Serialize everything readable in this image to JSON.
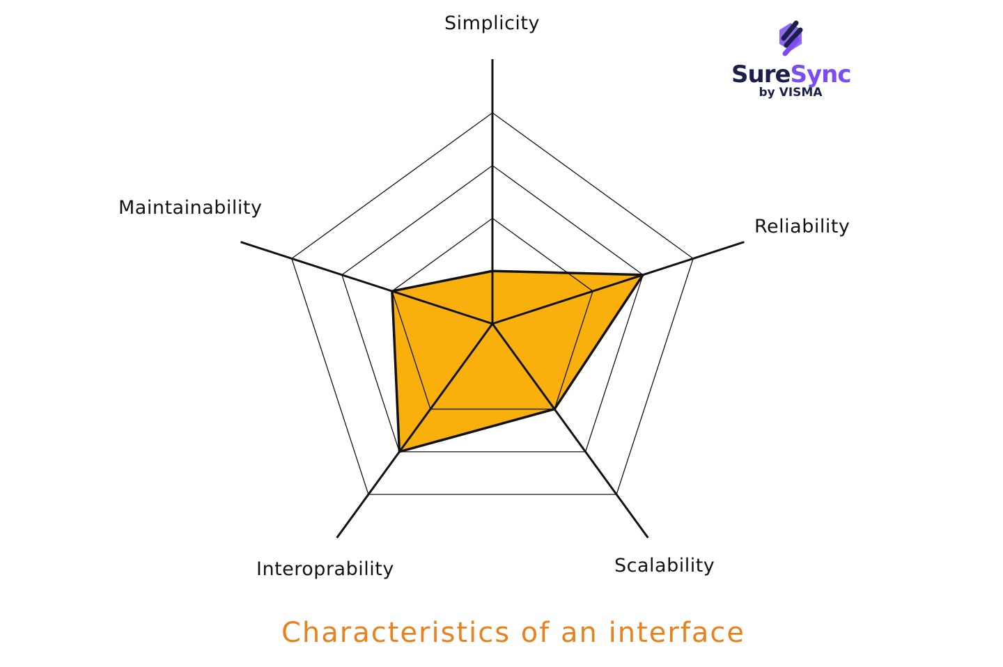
{
  "chart_data": {
    "type": "radar",
    "title": "Characteristics of an interface",
    "axes": [
      "Simplicity",
      "Reliability",
      "Scalability",
      "Interoprability",
      "Maintainability"
    ],
    "values": [
      1,
      3,
      2,
      3,
      2
    ],
    "scale_max": 4,
    "grid_levels": [
      2,
      3,
      4
    ],
    "fill_color": "#f9b00c",
    "legend": "none"
  },
  "logo": {
    "brand_part1": "Sure",
    "brand_part2": "Sync",
    "byline": "by VISMA"
  }
}
